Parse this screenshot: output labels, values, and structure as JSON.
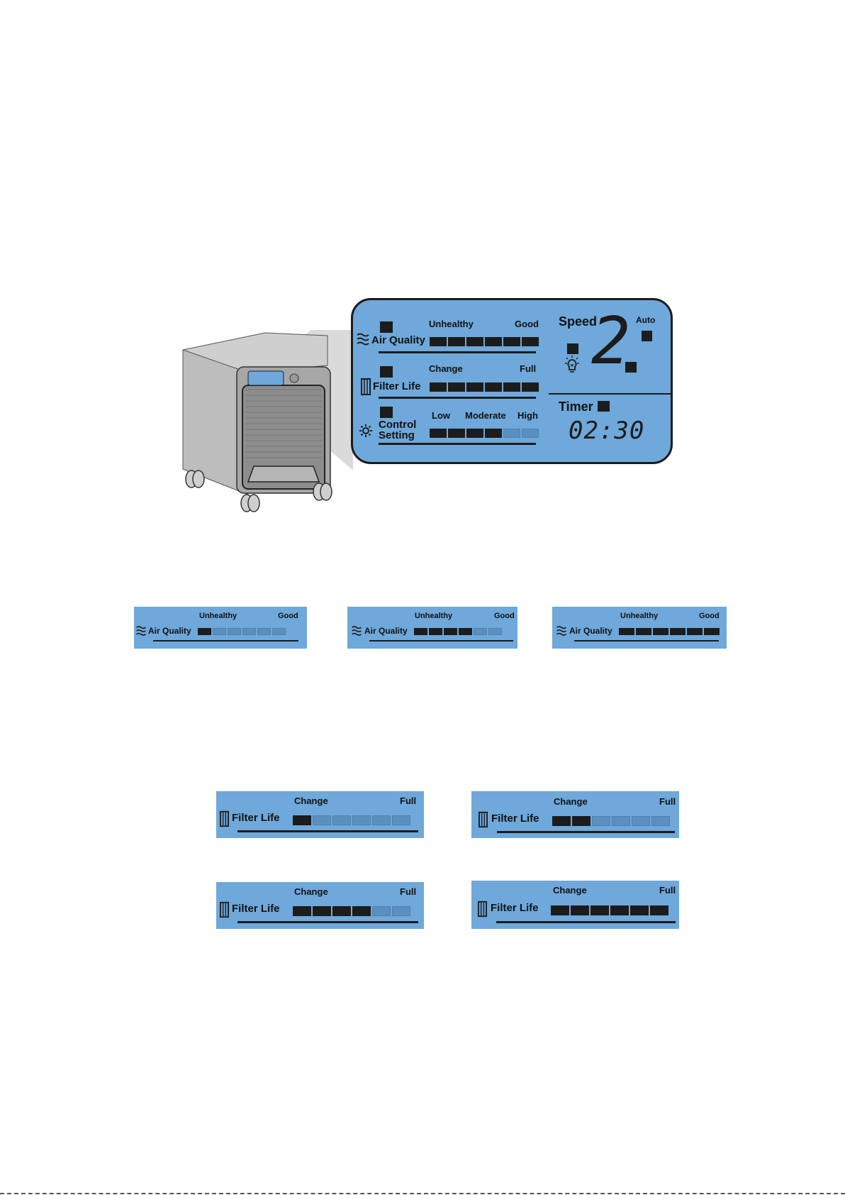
{
  "main_display": {
    "air_quality": {
      "label": "Air Quality",
      "low": "Unhealthy",
      "high": "Good",
      "filled": 6,
      "total": 6
    },
    "filter_life": {
      "label": "Filter Life",
      "low": "Change",
      "high": "Full",
      "filled": 6,
      "total": 6
    },
    "control_setting": {
      "label_line1": "Control",
      "label_line2": "Setting",
      "low": "Low",
      "mid": "Moderate",
      "high": "High",
      "filled": 4,
      "total": 6
    },
    "speed": {
      "label": "Speed",
      "auto": "Auto",
      "digit": "2"
    },
    "timer": {
      "label": "Timer",
      "value": "02:30"
    }
  },
  "air_quality_examples": [
    {
      "label": "Air Quality",
      "low": "Unhealthy",
      "high": "Good",
      "filled": 1,
      "total": 6
    },
    {
      "label": "Air Quality",
      "low": "Unhealthy",
      "high": "Good",
      "filled": 4,
      "total": 6
    },
    {
      "label": "Air Quality",
      "low": "Unhealthy",
      "high": "Good",
      "filled": 6,
      "total": 6
    }
  ],
  "filter_life_examples": [
    {
      "label": "Filter Life",
      "low": "Change",
      "high": "Full",
      "filled": 1,
      "total": 6
    },
    {
      "label": "Filter Life",
      "low": "Change",
      "high": "Full",
      "filled": 2,
      "total": 6
    },
    {
      "label": "Filter Life",
      "low": "Change",
      "high": "Full",
      "filled": 4,
      "total": 6
    },
    {
      "label": "Filter Life",
      "low": "Change",
      "high": "Full",
      "filled": 6,
      "total": 6
    }
  ],
  "icons": [
    "air-waves-icon",
    "filter-icon",
    "sun-icon",
    "bulb-icon"
  ],
  "colors": {
    "lcd_blue": "#6fa8da",
    "segment_on": "#1c1c1c",
    "segment_off": "#5b8fc0"
  }
}
